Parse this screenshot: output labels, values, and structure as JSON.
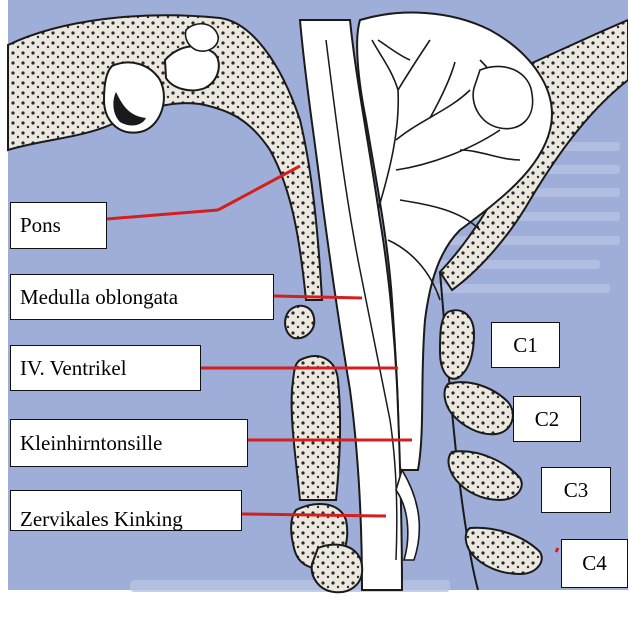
{
  "labels": {
    "pons": "Pons",
    "medulla": "Medulla oblongata",
    "ventrikel": "IV. Ventrikel",
    "tonsille": "Kleinhirntonsille",
    "kinking": "Zervikales Kinking",
    "c1": "C1",
    "c2": "C2",
    "c3": "C3",
    "c4": "C4"
  },
  "colors": {
    "background": "#9eaed8",
    "bone": "#ece8df",
    "outline": "#1a1a1a",
    "pointer": "#d41f1f",
    "label_box": "#ffffff"
  }
}
